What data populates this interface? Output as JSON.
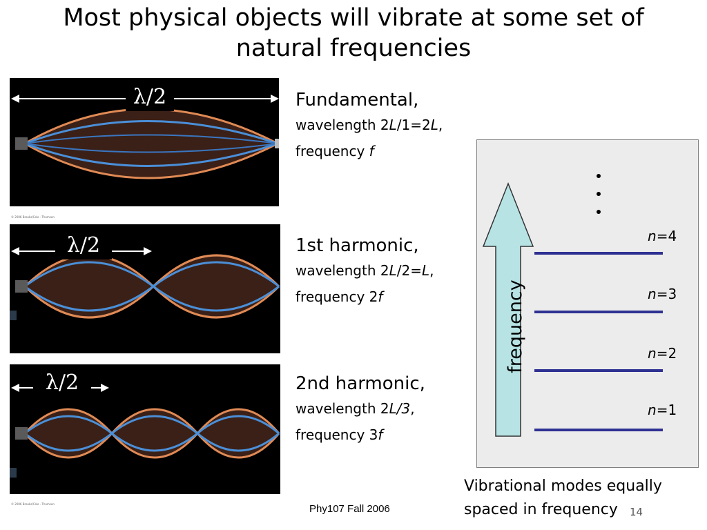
{
  "title": {
    "line1": "Most physical objects will vibrate at some set of",
    "line2": "natural frequencies"
  },
  "photos": [
    {
      "lambda_label": "λ/2",
      "credit": "© 2006 Brooks/Cole - Thomson"
    },
    {
      "lambda_label": "λ/2",
      "credit": ""
    },
    {
      "lambda_label": "λ/2",
      "credit": "© 2006 Brooks/Cole - Thomson"
    }
  ],
  "modes": [
    {
      "name": "Fundamental,",
      "wl_prefix": "wavelength 2",
      "wl_var": "L",
      "wl_mid": "/1=2",
      "wl_var2": "L",
      "wl_end": ",",
      "f_prefix": "frequency ",
      "f_var": "f"
    },
    {
      "name": "1st harmonic,",
      "wl_prefix": "wavelength 2",
      "wl_var": "L",
      "wl_mid": "/2=",
      "wl_var2": "L",
      "wl_end": ",",
      "f_prefix": "frequency 2",
      "f_var": "f"
    },
    {
      "name": "2nd harmonic,",
      "wl_prefix": "wavelength 2",
      "wl_var": "L",
      "wl_mid": "/3",
      "wl_var2": "",
      "wl_end": ",",
      "f_prefix": "frequency 3",
      "f_var": "f"
    }
  ],
  "levels": [
    {
      "var": "n",
      "label": "=4"
    },
    {
      "var": "n",
      "label": "=3"
    },
    {
      "var": "n",
      "label": "=2"
    },
    {
      "var": "n",
      "label": "=1"
    }
  ],
  "axis_label": "frequency",
  "caption": {
    "line1": "Vibrational modes equally",
    "line2": "spaced in frequency"
  },
  "footer": "Phy107 Fall 2006",
  "page_number": "14",
  "colors": {
    "level_line": "#2e3192",
    "arrow_fill": "#b7e3e4",
    "panel_bg": "#ececec"
  }
}
